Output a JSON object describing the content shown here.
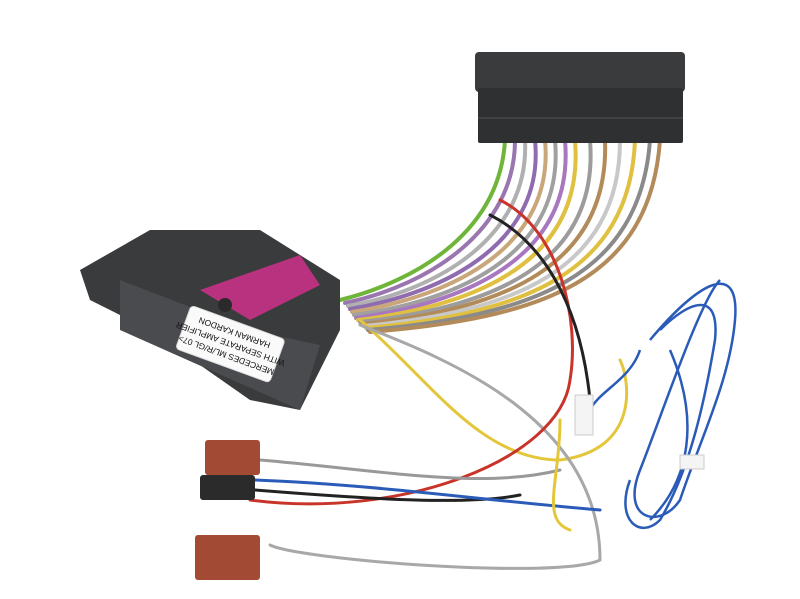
{
  "photo": {
    "subject": "wiring-harness-adapter",
    "label_lines": [
      "MERCEDES ML/R/GL 07>",
      "WITH SEPARATE AMPLIFIER",
      "HARMAN KARDON"
    ],
    "colors": {
      "connector_dark": "#3a3b3d",
      "connector_magenta": "#b8327f",
      "iso_brown": "#a24a33",
      "blue_cable": "#2a5bb8",
      "yellow_wire": "#e3c63a",
      "red_wire": "#c8332a",
      "grey_wire": "#a8a8a8"
    }
  }
}
